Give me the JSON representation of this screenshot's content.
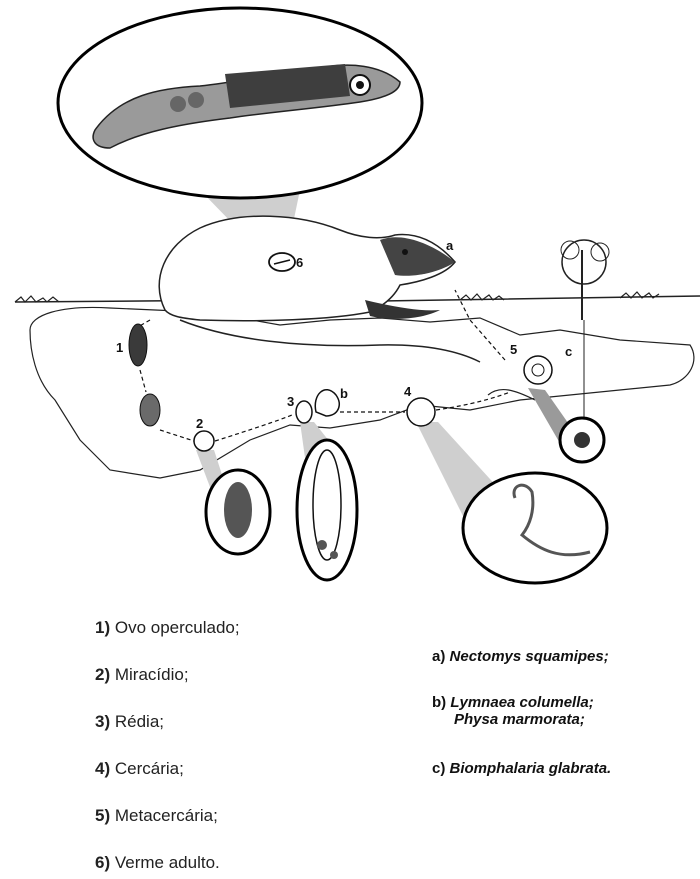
{
  "stages": [
    {
      "num": "1)",
      "text": "Ovo operculado;",
      "marker": "1"
    },
    {
      "num": "2)",
      "text": "Miracídio;",
      "marker": "2"
    },
    {
      "num": "3)",
      "text": "Rédia;",
      "marker": "3"
    },
    {
      "num": "4)",
      "text": "Cercária;",
      "marker": "4"
    },
    {
      "num": "5)",
      "text": "Metacercária;",
      "marker": "5"
    },
    {
      "num": "6)",
      "text": "Verme adulto.",
      "marker": "6"
    }
  ],
  "hosts": [
    {
      "key": "a)",
      "species": [
        "Nectomys squamipes;"
      ],
      "marker": "a"
    },
    {
      "key": "b)",
      "species": [
        "Lymnaea columella;",
        "Physa marmorata;"
      ],
      "marker": "b"
    },
    {
      "key": "c)",
      "species": [
        "Biomphalaria glabrata."
      ],
      "marker": "c"
    }
  ]
}
